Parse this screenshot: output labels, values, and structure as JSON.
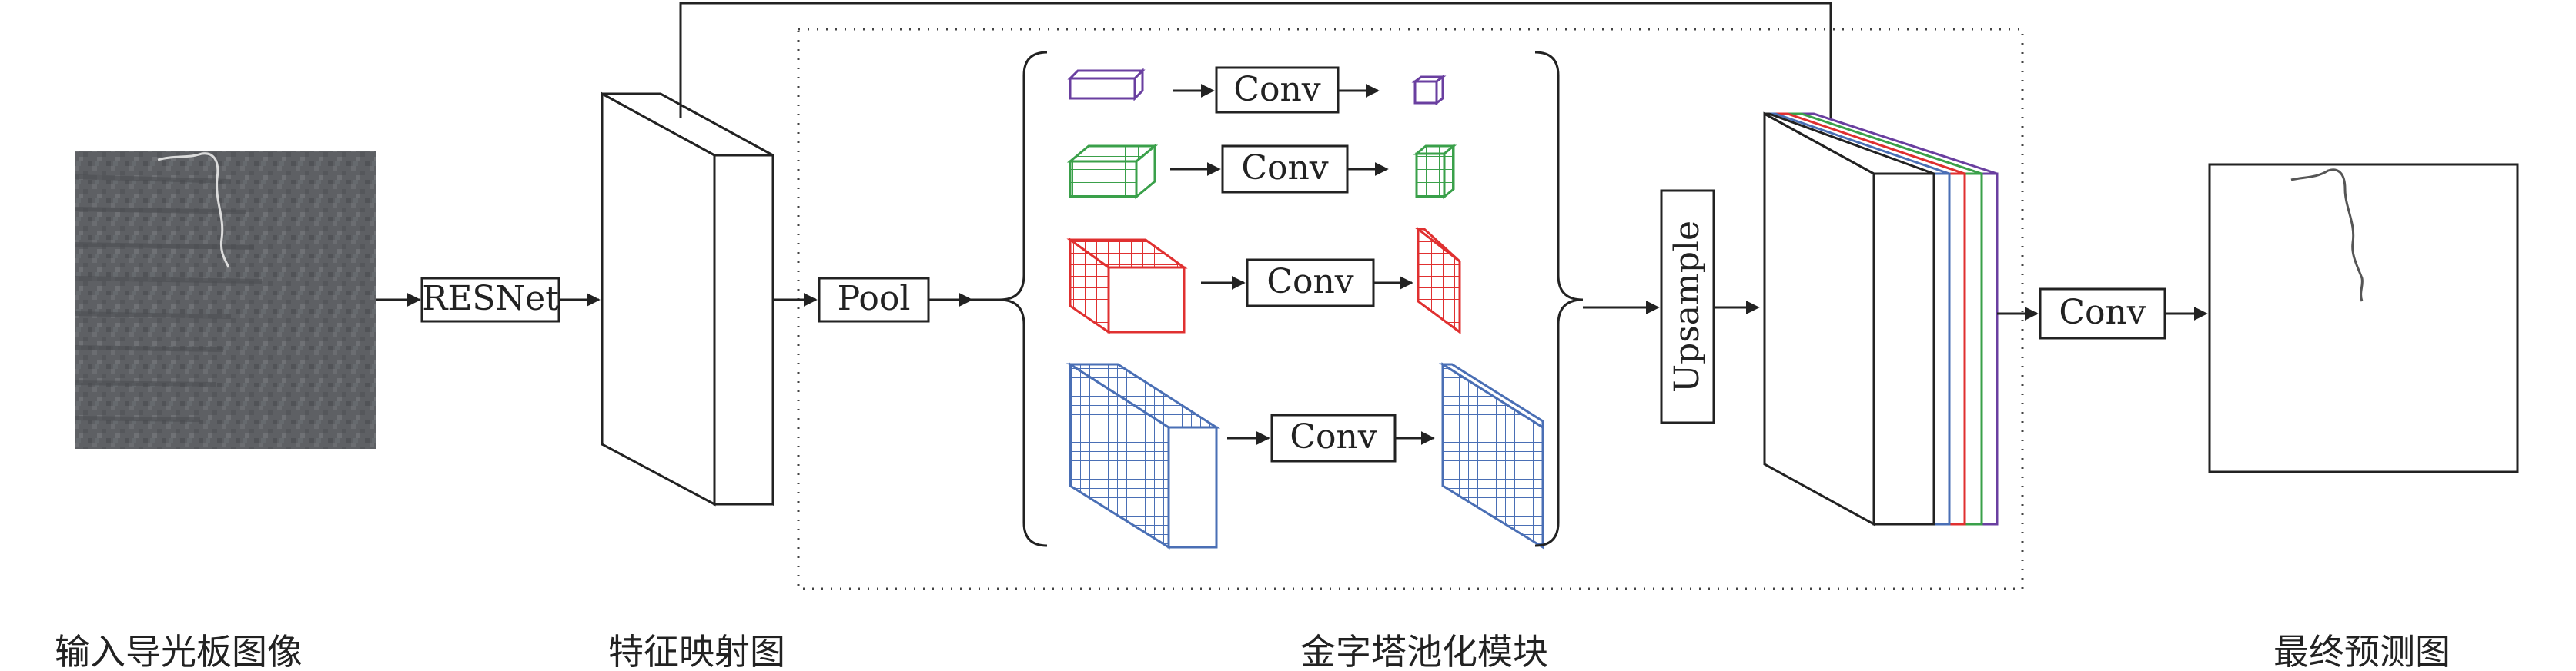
{
  "captions": {
    "input": "输入导光板图像",
    "feature": "特征映射图",
    "module": "金字塔池化模块",
    "output": "最终预测图"
  },
  "blocks": {
    "resnet": "RESNet",
    "pool": "Pool",
    "conv": "Conv",
    "upsample": "Upsample",
    "final_conv": "Conv"
  },
  "pyramid_colors": [
    "#6a3fa0",
    "#3aa04a",
    "#e03030",
    "#4a6fb5"
  ]
}
